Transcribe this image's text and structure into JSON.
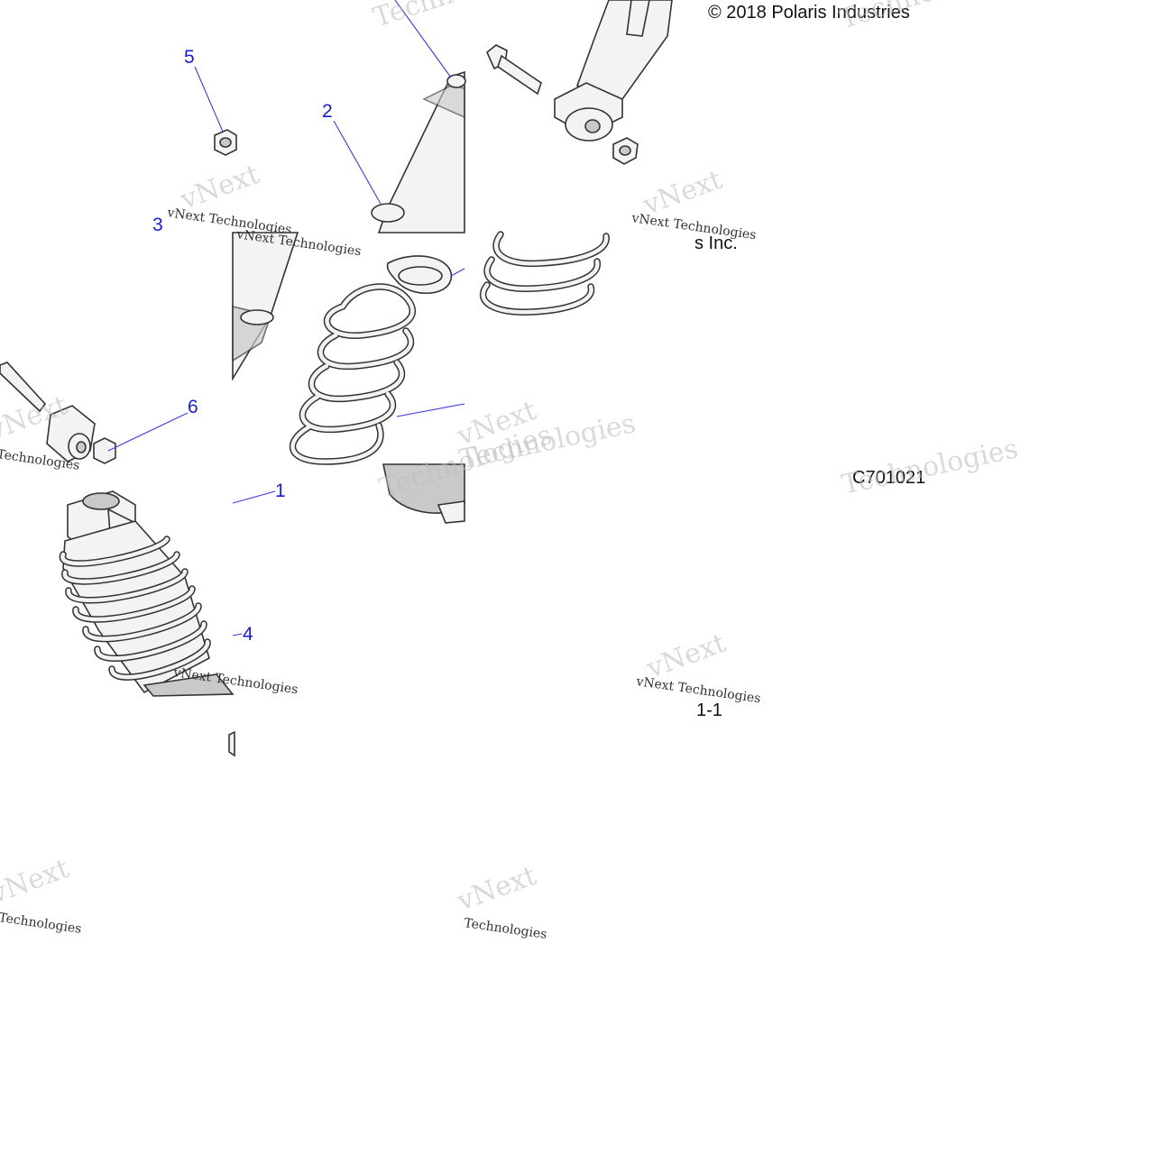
{
  "diagram": {
    "copyright": "© 2018 Polaris Industries",
    "copyright_fragment": "s Inc.",
    "drawing_code": "C701021",
    "page_fragment": "1-1",
    "watermark_line1": "vNext",
    "watermark_line2": "Technologies",
    "watermark_small": "vNext Technologies",
    "callouts": [
      "5",
      "2",
      "3",
      "6",
      "1",
      "4"
    ],
    "colors": {
      "callout": "#1c1ccc",
      "leader": "#3a3adf",
      "ink": "#333333"
    }
  }
}
